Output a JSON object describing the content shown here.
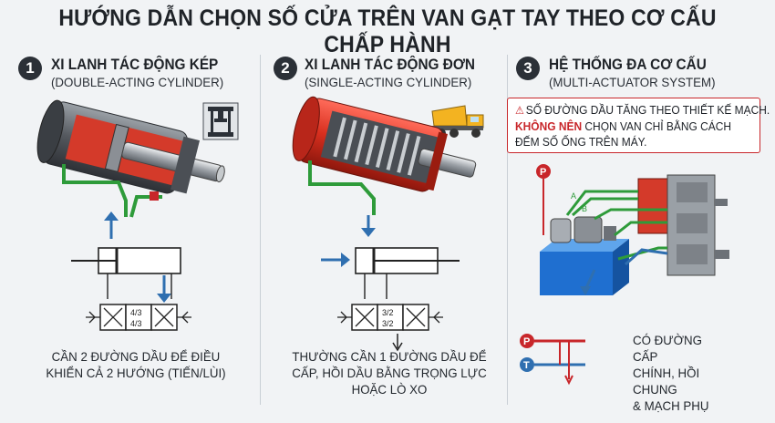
{
  "title": "HƯỚNG DẪN CHỌN SỐ CỬA TRÊN VAN GẠT TAY THEO CƠ CẤU CHẤP HÀNH",
  "sections": [
    {
      "number": "1",
      "heading": "XI LANH TÁC ĐỘNG KÉP",
      "subheading": "(DOUBLE-ACTING CYLINDER)",
      "valve_label_top": "4/3",
      "valve_label_bottom": "4/3",
      "caption_line1": "CẦN 2 ĐƯỜNG DẦU ĐỂ ĐIỀU",
      "caption_line2": "KHIỂN CẢ 2 HƯỚNG (TIẾN/LÙI)",
      "icon": "press-machine-icon"
    },
    {
      "number": "2",
      "heading": "XI LANH TÁC ĐỘNG ĐƠN",
      "subheading": "(SINGLE-ACTING CYLINDER)",
      "valve_label_top": "3/2",
      "valve_label_bottom": "3/2",
      "caption_line1": "THƯỜNG CẦN 1 ĐƯỜNG DẦU ĐỂ",
      "caption_line2": "CẤP, HỒI DẦU BẰNG TRỌNG LỰC",
      "caption_line3": "HOẶC LÒ XO",
      "icon": "dump-truck-icon"
    },
    {
      "number": "3",
      "heading": "HỆ THỐNG ĐA CƠ CẤU",
      "subheading": "(MULTI-ACTUATOR SYSTEM)",
      "warning_line1": "SỐ ĐƯỜNG DẦU TĂNG THEO THIẾT KẾ MẠCH.",
      "warning_emph": "KHÔNG NÊN",
      "warning_line2_rest": " CHỌN VAN CHỈ BẰNG CÁCH",
      "warning_line3": "ĐẾM SỐ ỐNG TRÊN MÁY.",
      "port_p": "P",
      "port_t": "T",
      "port_a": "A",
      "port_b": "B",
      "caption_line1": "CÓ ĐƯỜNG CẤP",
      "caption_line2": "CHÍNH, HỒI CHUNG",
      "caption_line3": "& MẠCH PHỤ",
      "icon": "warning-icon"
    }
  ],
  "colors": {
    "accent_red": "#c8262a",
    "pressure_line": "#2e9b3a",
    "flow_arrow": "#2f6fb0",
    "tank_blue": "#1f6fd0",
    "background": "#f1f3f5"
  }
}
